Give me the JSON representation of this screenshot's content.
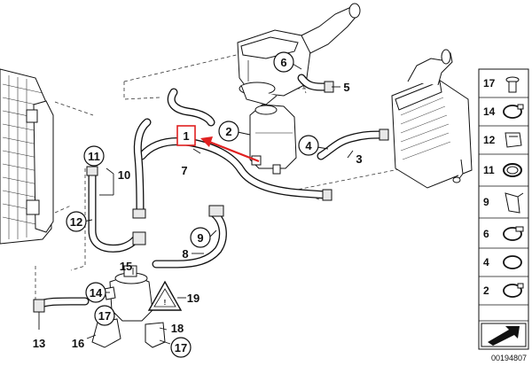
{
  "callouts": {
    "c1": "1",
    "c2": "2",
    "c3": "3",
    "c4": "4",
    "c5": "5",
    "c6": "6",
    "c7": "7",
    "c8": "8",
    "c9": "9",
    "c10": "10",
    "c11": "11",
    "c12": "12",
    "c13": "13",
    "c14": "14",
    "c15": "15",
    "c16": "16",
    "c17a": "17",
    "c17b": "17",
    "c18": "18",
    "c19": "19"
  },
  "legend": {
    "items": [
      "17",
      "14",
      "12",
      "11",
      "9",
      "6",
      "4",
      "2"
    ]
  },
  "diagram_number": "00194807",
  "highlight_color": "#e02020",
  "icons": {
    "warning": "warning-triangle-icon",
    "arrow": "navigation-arrow-icon"
  }
}
